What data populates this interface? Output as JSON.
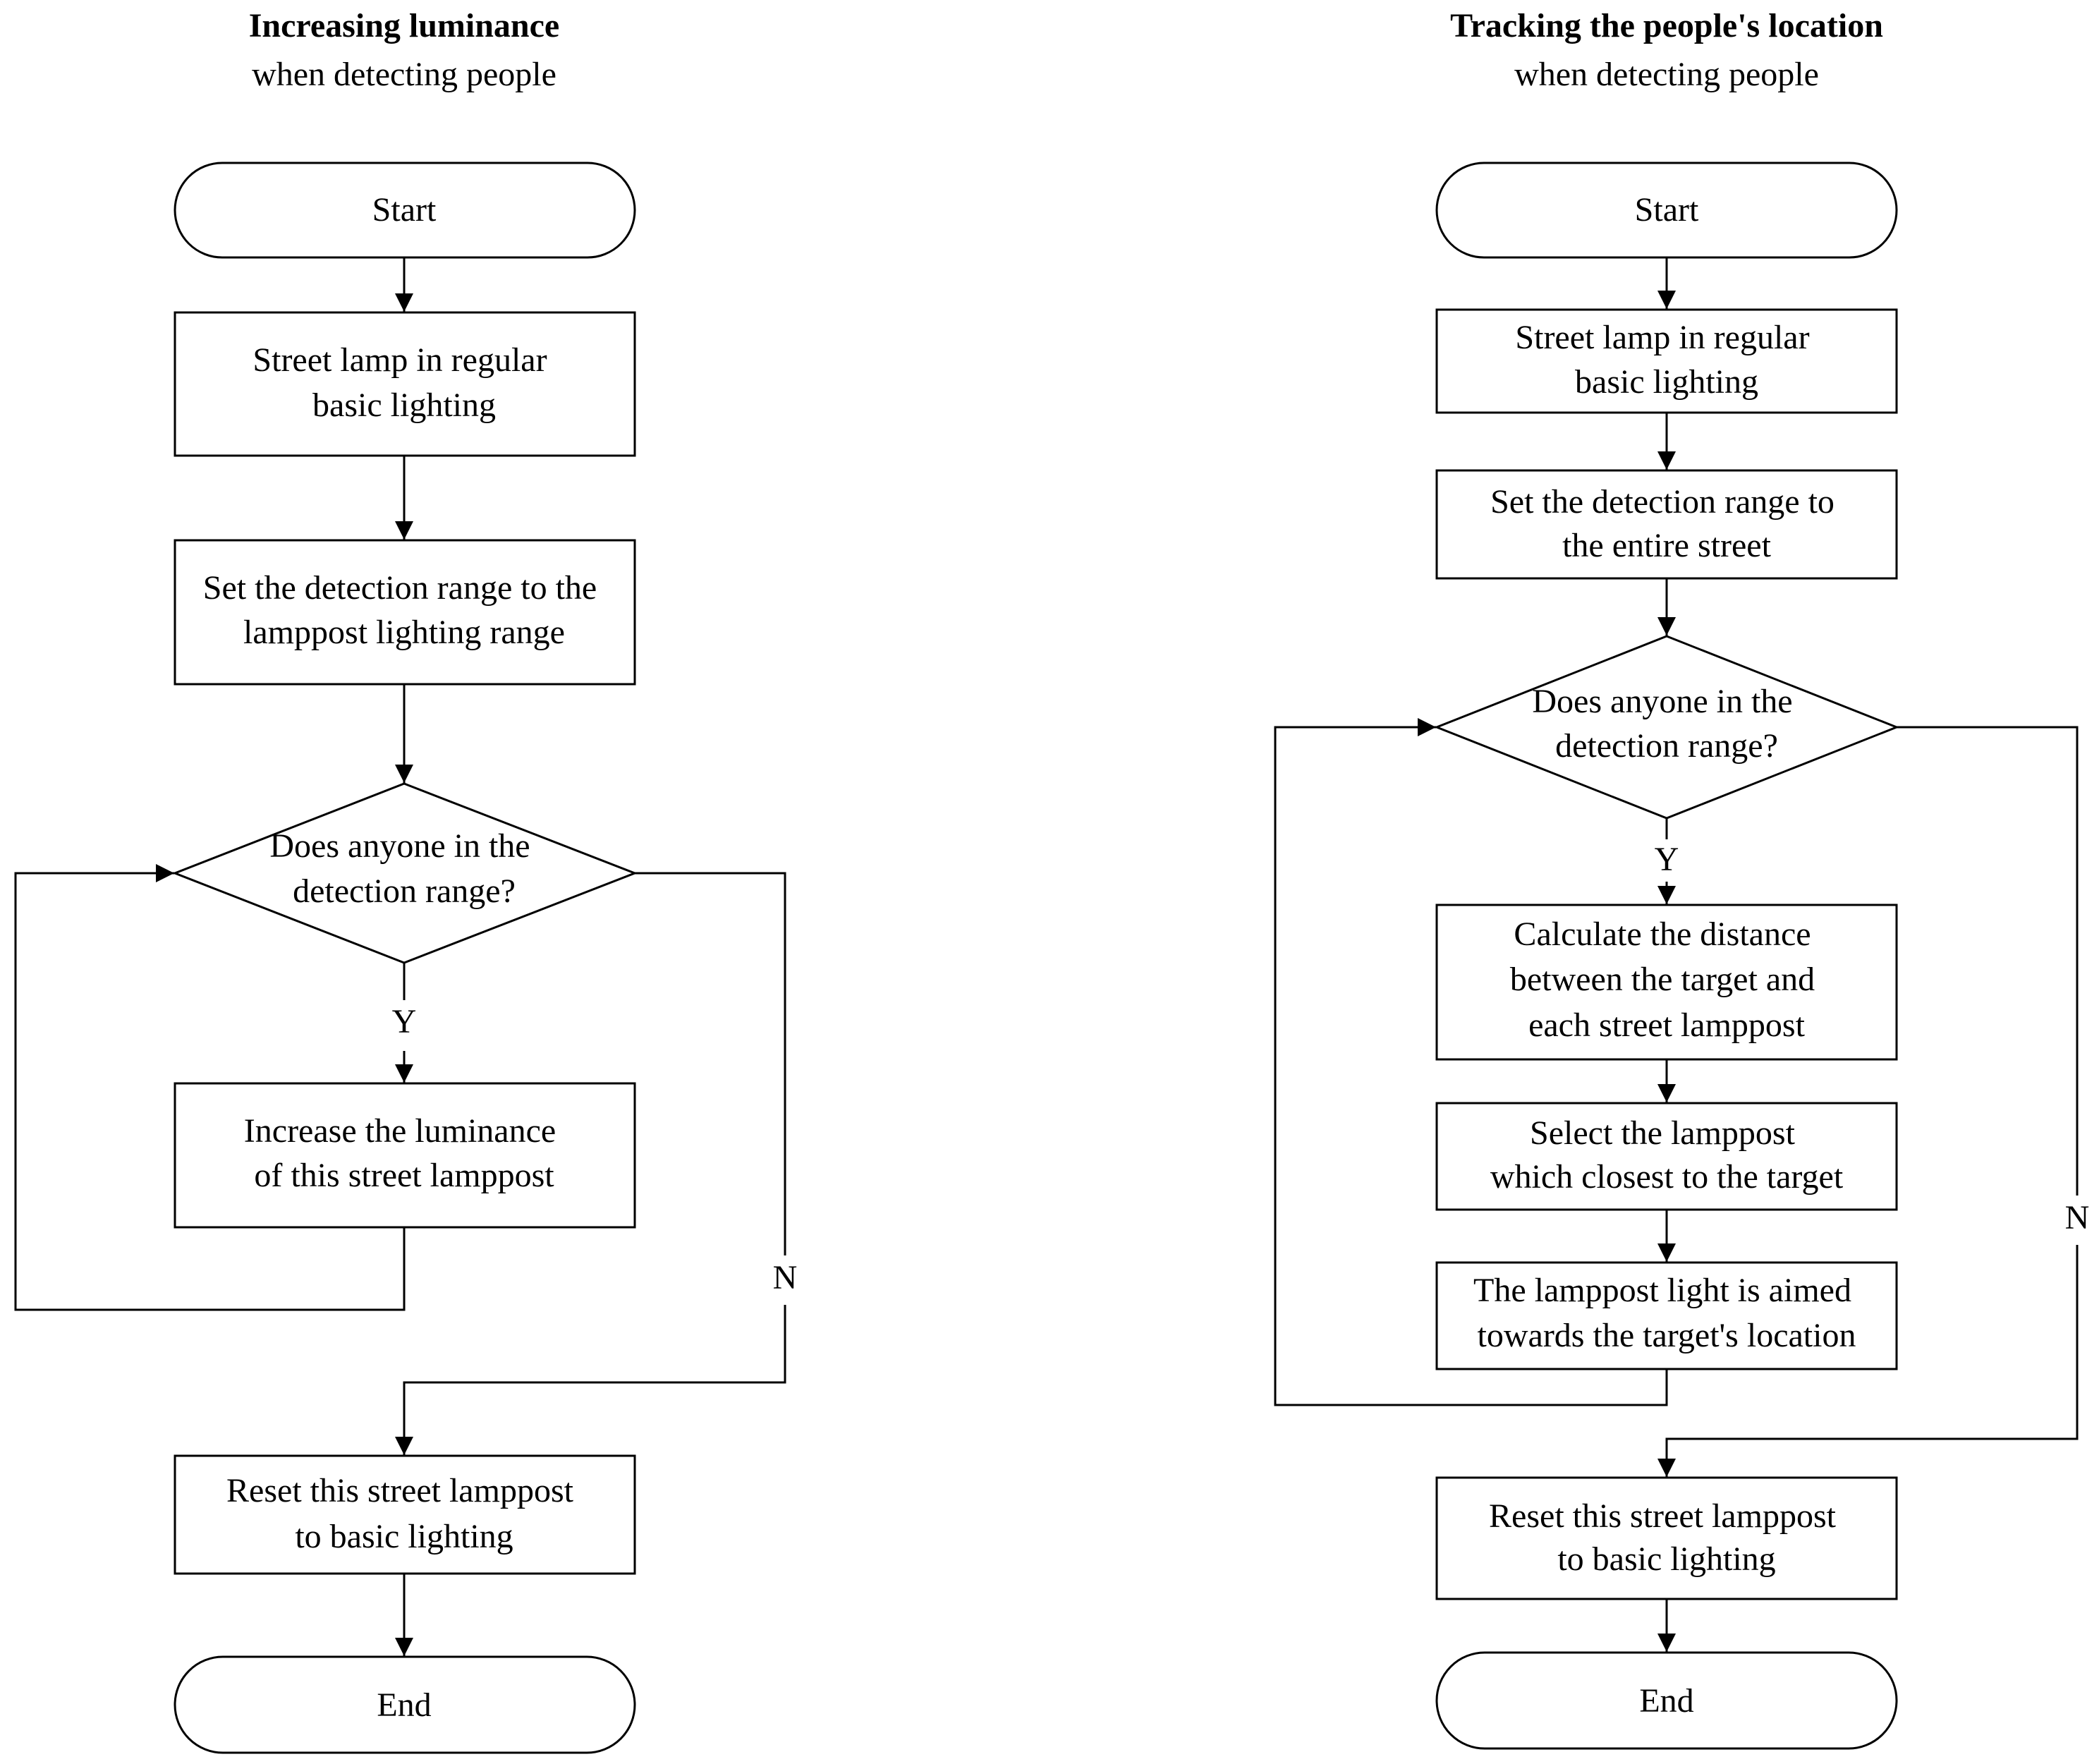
{
  "left": {
    "title": "Increasing luminance",
    "subtitle": "when detecting people",
    "start": "Start",
    "step1": [
      "Street lamp in regular",
      "basic lighting"
    ],
    "step2": [
      "Set the detection range to the",
      "lamppost lighting range"
    ],
    "decision": [
      "Does anyone in the",
      "detection range?"
    ],
    "yes": "Y",
    "step3": [
      "Increase the luminance",
      "of this street lamppost"
    ],
    "no": "N",
    "reset": [
      "Reset this street lamppost",
      "to basic lighting"
    ],
    "end": "End"
  },
  "right": {
    "title": "Tracking the people's location",
    "subtitle": "when detecting people",
    "start": "Start",
    "step1": [
      "Street lamp in regular",
      "basic lighting"
    ],
    "step2": [
      "Set the detection range to",
      "the entire street"
    ],
    "decision": [
      "Does anyone in the",
      "detection range?"
    ],
    "yes": "Y",
    "step3": [
      "Calculate the distance",
      "between the target and",
      "each street lamppost"
    ],
    "step4": [
      "Select the lamppost",
      "which closest to the target"
    ],
    "step5": [
      "The lamppost light is aimed",
      "towards the target's location"
    ],
    "no": "N",
    "reset": [
      "Reset this street lamppost",
      "to basic lighting"
    ],
    "end": "End"
  }
}
